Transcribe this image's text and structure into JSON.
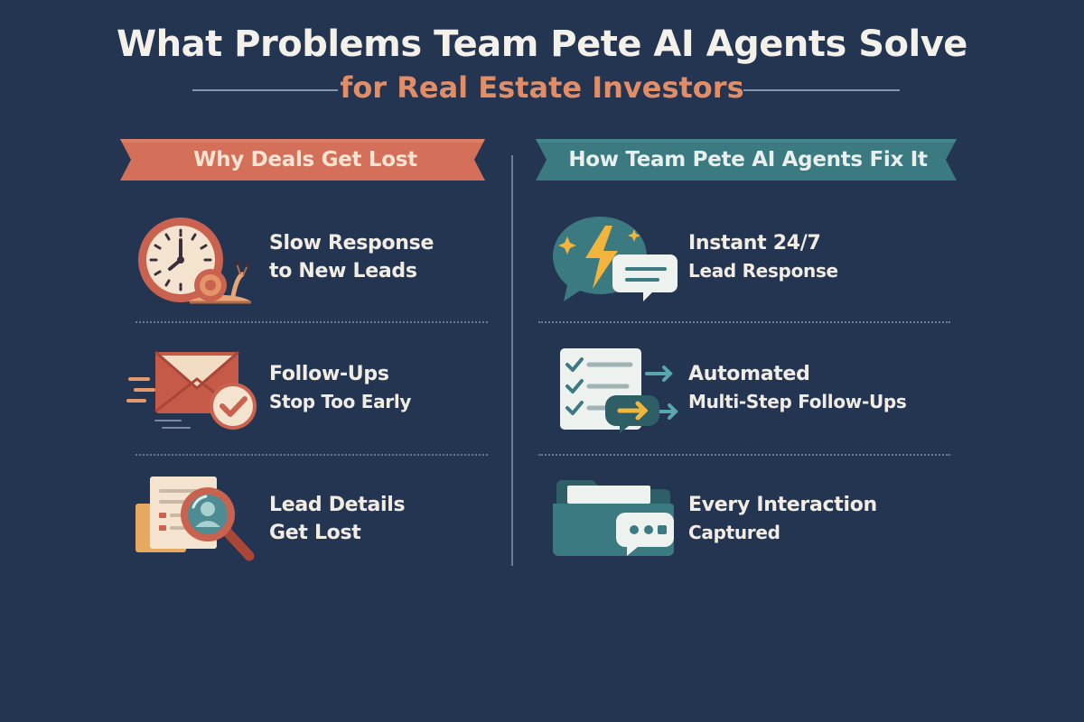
{
  "title": "What Problems Team Pete AI Agents Solve",
  "subtitle": "for Real Estate Investors",
  "colors": {
    "background": "#243552",
    "title": "#f4f1ea",
    "subtitle": "#e38d66",
    "left_ribbon": "#d4705a",
    "left_ribbon_text": "#f7e3d2",
    "right_ribbon": "#3b7a80",
    "right_ribbon_text": "#e7f0ed"
  },
  "left": {
    "heading": "Why Deals Get Lost",
    "items": [
      {
        "icon": "clock-snail-icon",
        "line1": "Slow Response",
        "line2": "to New Leads"
      },
      {
        "icon": "envelope-check-icon",
        "line1": "Follow-Ups",
        "line2": "Stop Too Early"
      },
      {
        "icon": "document-magnifier-icon",
        "line1": "Lead Details",
        "line2": "Get Lost"
      }
    ]
  },
  "right": {
    "heading": "How Team Pete AI Agents Fix It",
    "items": [
      {
        "icon": "lightning-chat-icon",
        "line1": "Instant 24/7",
        "line2": "Lead Response"
      },
      {
        "icon": "checklist-arrows-icon",
        "line1": "Automated",
        "line2": "Multi-Step Follow-Ups"
      },
      {
        "icon": "folder-chat-icon",
        "line1": "Every Interaction",
        "line2": "Captured"
      }
    ]
  }
}
